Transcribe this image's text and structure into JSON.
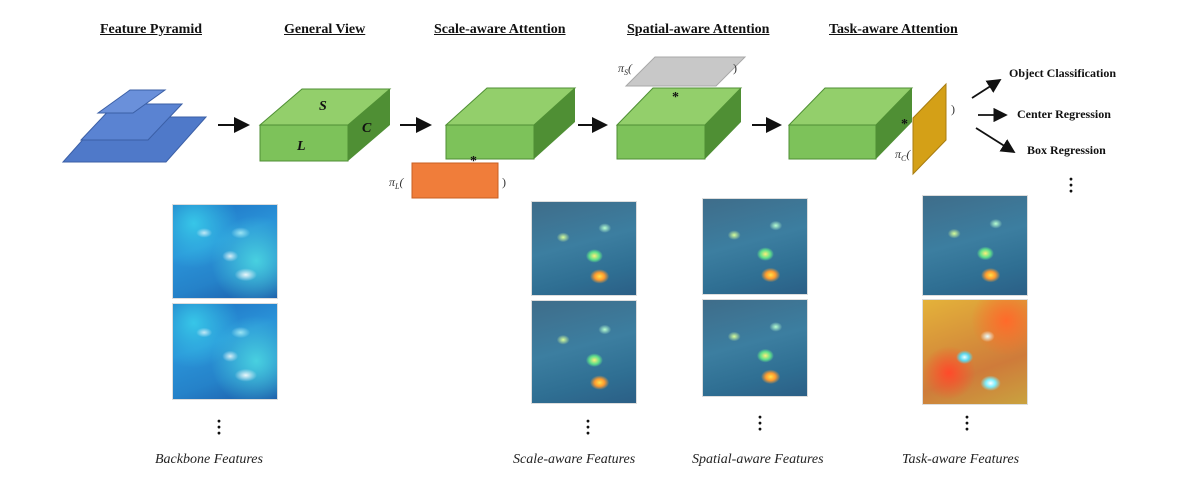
{
  "headers": {
    "feature_pyramid": "Feature Pyramid",
    "general_view": "General View",
    "scale_aware": "Scale-aware Attention",
    "spatial_aware": "Spatial-aware Attention",
    "task_aware": "Task-aware Attention"
  },
  "general_view_dims": {
    "S": "S",
    "L": "L",
    "C": "C"
  },
  "operators": {
    "pi_s": "π",
    "pi_s_sub": "S",
    "pi_l": "π",
    "pi_l_sub": "L",
    "pi_c": "π",
    "pi_c_sub": "C",
    "open_paren": "(",
    "close_paren": ")",
    "star": "*"
  },
  "outputs": [
    "Object Classification",
    "Center Regression",
    "Box Regression"
  ],
  "captions": {
    "backbone": "Backbone Features",
    "scale": "Scale-aware Features",
    "spatial": "Spatial-aware Features",
    "task": "Task-aware Features"
  },
  "colors": {
    "cube_front": "#7dc25a",
    "cube_top": "#93cf6b",
    "cube_side": "#4f8f34",
    "pyramid": "#4f79c9",
    "pi_s_plane": "#c8c8c8",
    "pi_l_block": "#f07d3a",
    "pi_c_plane": "#d4a017"
  }
}
